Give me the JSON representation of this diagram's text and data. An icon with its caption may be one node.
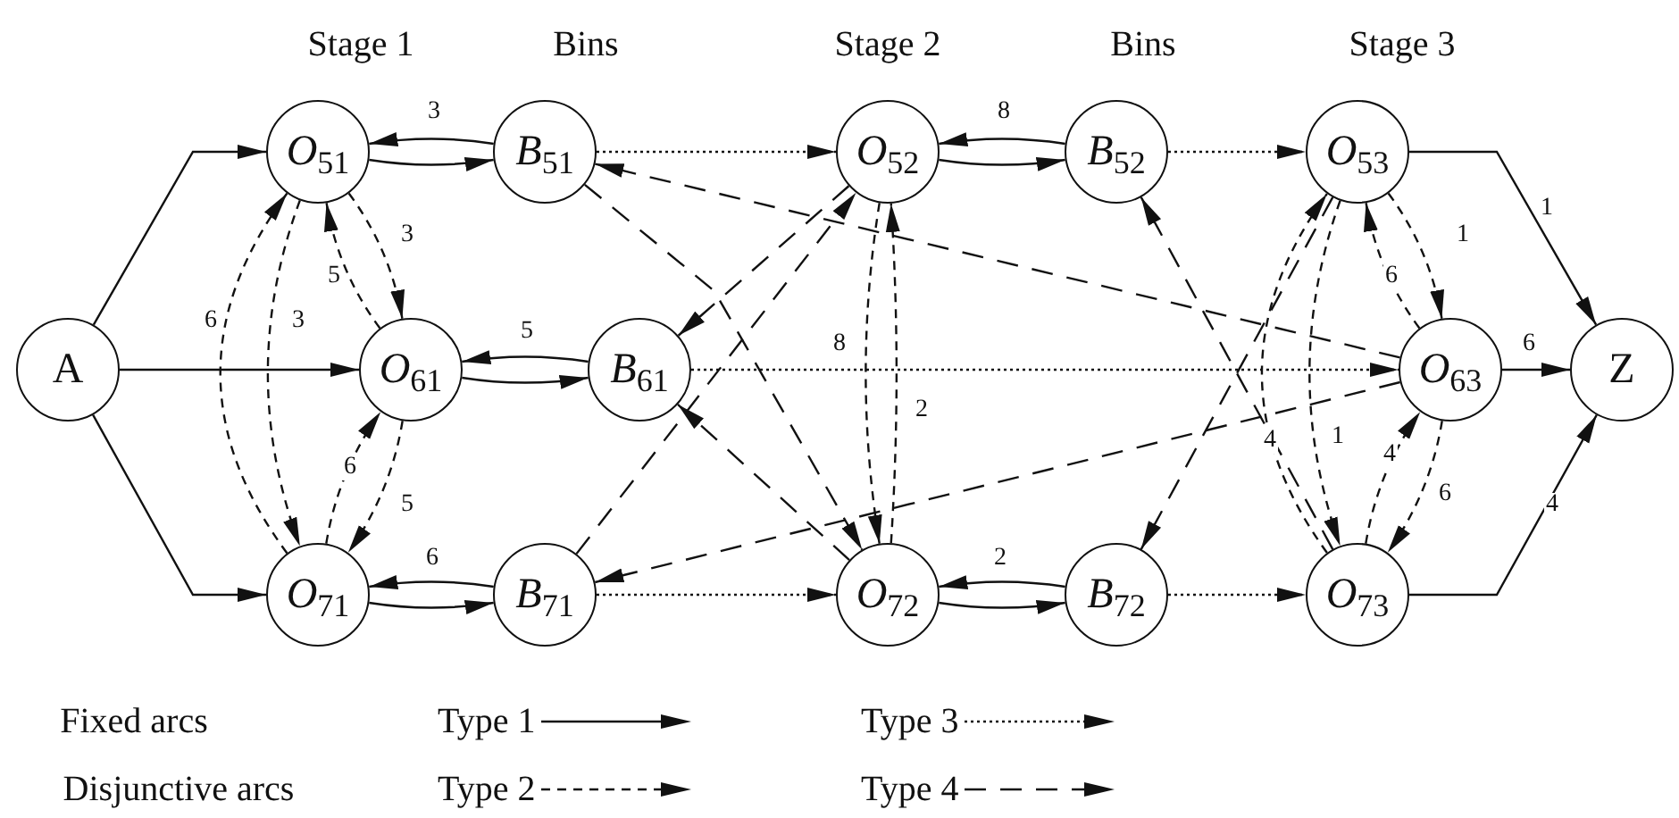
{
  "diagram": {
    "nodes": [
      {
        "text": [
          "*O*$_{51}$"
        ]
      },
      {
        "text": [
          "*B*$_{51}$"
        ]
      },
      {
        "text": [
          "*O*$_{52}$"
        ]
      },
      {
        "text": [
          "*B*$_{52}$"
        ]
      },
      {
        "text": [
          "*O*$_{53}$"
        ]
      },
      {
        "text": [
          "A"
        ]
      },
      {
        "text": [
          "*O*$_{61}$"
        ]
      },
      {
        "text": [
          "*B*$_{61}$"
        ]
      },
      {
        "text": [
          "*O*$_{63}$"
        ]
      },
      {
        "text": [
          "Z"
        ]
      },
      {
        "text": [
          "*O*$_{71}$"
        ]
      },
      {
        "text": [
          "*B*$_{71}$"
        ]
      },
      {
        "text": [
          "*O*$_{72}$"
        ]
      },
      {
        "text": [
          "*B*$_{72}$"
        ]
      },
      {
        "text": [
          "*O*$_{73}$"
        ]
      }
    ],
    "edges": [
      {
        "from": 5,
        "to": 0,
        "arrow": "to"
      },
      {
        "from": 5,
        "to": 6,
        "arrow": "to"
      },
      {
        "from": 5,
        "to": 10,
        "arrow": "to"
      },
      {
        "from": 0,
        "to": 1,
        "arrow": "to"
      },
      {
        "from": 1,
        "to": 0,
        "arrow": "to",
        "label": "3"
      },
      {
        "from": 6,
        "to": 7,
        "arrow": "to"
      },
      {
        "from": 7,
        "to": 6,
        "arrow": "to",
        "label": "5"
      },
      {
        "from": 10,
        "to": 11,
        "arrow": "to"
      },
      {
        "from": 11,
        "to": 10,
        "arrow": "to",
        "label": "6"
      },
      {
        "from": 2,
        "to": 3,
        "arrow": "to"
      },
      {
        "from": 3,
        "to": 2,
        "arrow": "to",
        "label": "8"
      },
      {
        "from": 12,
        "to": 13,
        "arrow": "to"
      },
      {
        "from": 13,
        "to": 12,
        "arrow": "to",
        "label": "2"
      },
      {
        "from": 0,
        "to": 6,
        "arrow": "to",
        "label": "3",
        "style": "dashed"
      },
      {
        "from": 6,
        "to": 0,
        "arrow": "to",
        "label": "5",
        "style": "dashed"
      },
      {
        "from": 0,
        "to": 10,
        "arrow": "to",
        "label": "3",
        "style": "dashed"
      },
      {
        "from": 10,
        "to": 0,
        "arrow": "to",
        "label": "6",
        "style": "dashed"
      },
      {
        "from": 6,
        "to": 10,
        "arrow": "to",
        "label": "5",
        "style": "dashed"
      },
      {
        "from": 10,
        "to": 6,
        "arrow": "to",
        "label": "6",
        "style": "dashed"
      },
      {
        "from": 2,
        "to": 12,
        "arrow": "to",
        "label": "8",
        "style": "dashed"
      },
      {
        "from": 12,
        "to": 2,
        "arrow": "to",
        "label": "2",
        "style": "dashed"
      },
      {
        "from": 4,
        "to": 8,
        "arrow": "to",
        "label": "1",
        "style": "dashed"
      },
      {
        "from": 8,
        "to": 4,
        "arrow": "to",
        "label": "6",
        "style": "dashed"
      },
      {
        "from": 4,
        "to": 14,
        "arrow": "to",
        "label": "1",
        "style": "dashed"
      },
      {
        "from": 14,
        "to": 4,
        "arrow": "to",
        "label": "4",
        "style": "dashed"
      },
      {
        "from": 8,
        "to": 14,
        "arrow": "to",
        "label": "6",
        "style": "dashed"
      },
      {
        "from": 14,
        "to": 8,
        "arrow": "to",
        "label": "4",
        "style": "dashed"
      },
      {
        "from": 1,
        "to": 2,
        "arrow": "to",
        "style": "dashed"
      },
      {
        "from": 3,
        "to": 4,
        "arrow": "to",
        "style": "dashed"
      },
      {
        "from": 7,
        "to": 8,
        "arrow": "to",
        "style": "dashed"
      },
      {
        "from": 11,
        "to": 12,
        "arrow": "to",
        "style": "dashed"
      },
      {
        "from": 13,
        "to": 14,
        "arrow": "to",
        "style": "dashed"
      },
      {
        "from": 2,
        "to": 7,
        "arrow": "to",
        "style": "dashed"
      },
      {
        "from": 12,
        "to": 7,
        "arrow": "to",
        "style": "dashed"
      },
      {
        "from": 1,
        "to": 12,
        "arrow": "to",
        "style": "dashed"
      },
      {
        "from": 8,
        "to": 1,
        "arrow": "to",
        "style": "dashed"
      },
      {
        "from": 11,
        "to": 2,
        "arrow": "to",
        "style": "dashed"
      },
      {
        "from": 8,
        "to": 11,
        "arrow": "to",
        "style": "dashed"
      },
      {
        "from": 14,
        "to": 3,
        "arrow": "to",
        "style": "dashed"
      },
      {
        "from": 4,
        "to": 13,
        "arrow": "to",
        "style": "dashed"
      },
      {
        "from": 4,
        "to": 9,
        "arrow": "to",
        "label": "1"
      },
      {
        "from": 8,
        "to": 9,
        "arrow": "to",
        "label": "6"
      },
      {
        "from": 14,
        "to": 9,
        "arrow": "to",
        "label": "4"
      }
    ],
    "labels": [
      "Stage 1",
      "Bins",
      "Stage 2",
      "Bins",
      "Stage 3",
      "Fixed arcs",
      "Disjunctive arcs"
    ],
    "legend": [
      {
        "text": "Type 1"
      },
      {
        "text": "Type 3"
      },
      {
        "text": "Type 2"
      },
      {
        "text": "Type 4"
      }
    ]
  }
}
